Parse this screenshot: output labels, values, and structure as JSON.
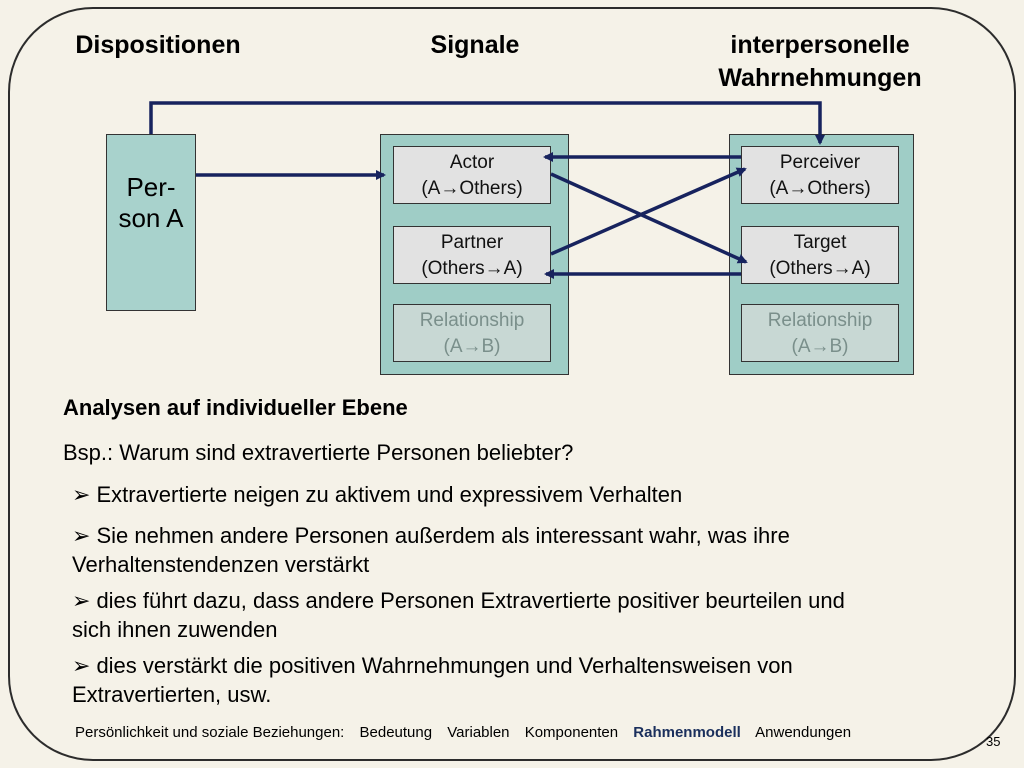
{
  "headers": {
    "dispositionen": "Dispositionen",
    "signale": "Signale",
    "wahrnehmungen_line1": "interpersonelle",
    "wahrnehmungen_line2": "Wahrnehmungen"
  },
  "person": {
    "line1": "Per-",
    "line2": "son A"
  },
  "signal_boxes": [
    {
      "line1": "Actor",
      "line2": "(A→Others)"
    },
    {
      "line1": "Partner",
      "line2": "(Others→A)"
    },
    {
      "line1": "Relationship",
      "line2": "(A→B)"
    }
  ],
  "perception_boxes": [
    {
      "line1": "Perceiver",
      "line2": "(A→Others)"
    },
    {
      "line1": "Target",
      "line2": "(Others→A)"
    },
    {
      "line1": "Relationship",
      "line2": "(A→B)"
    }
  ],
  "colors": {
    "arrow": "#17235e",
    "panel": "#9fcdc6",
    "background": "#f5f2e8"
  },
  "analysis_heading": "Analysen auf individueller Ebene",
  "example_question": "Bsp.: Warum sind extravertierte Personen beliebter?",
  "bullet_icon": "arrow-bullet-icon",
  "bullets": [
    {
      "line1": "Extravertierte neigen zu aktivem und expressivem Verhalten",
      "line2": ""
    },
    {
      "line1": "Sie nehmen andere Personen außerdem als interessant wahr, was ihre",
      "line2": "Verhaltenstendenzen verstärkt"
    },
    {
      "line1": "dies führt dazu, dass andere Personen Extravertierte positiver beurteilen und",
      "line2": "sich ihnen zuwenden"
    },
    {
      "line1": "dies verstärkt die positiven Wahrnehmungen und Verhaltensweisen von",
      "line2": "Extravertierten, usw."
    }
  ],
  "footer": {
    "prefix": "Persönlichkeit und soziale Beziehungen:",
    "items": [
      "Bedeutung",
      "Variablen",
      "Komponenten",
      "Rahmenmodell",
      "Anwendungen"
    ],
    "active": "Rahmenmodell"
  },
  "page_number": "35"
}
